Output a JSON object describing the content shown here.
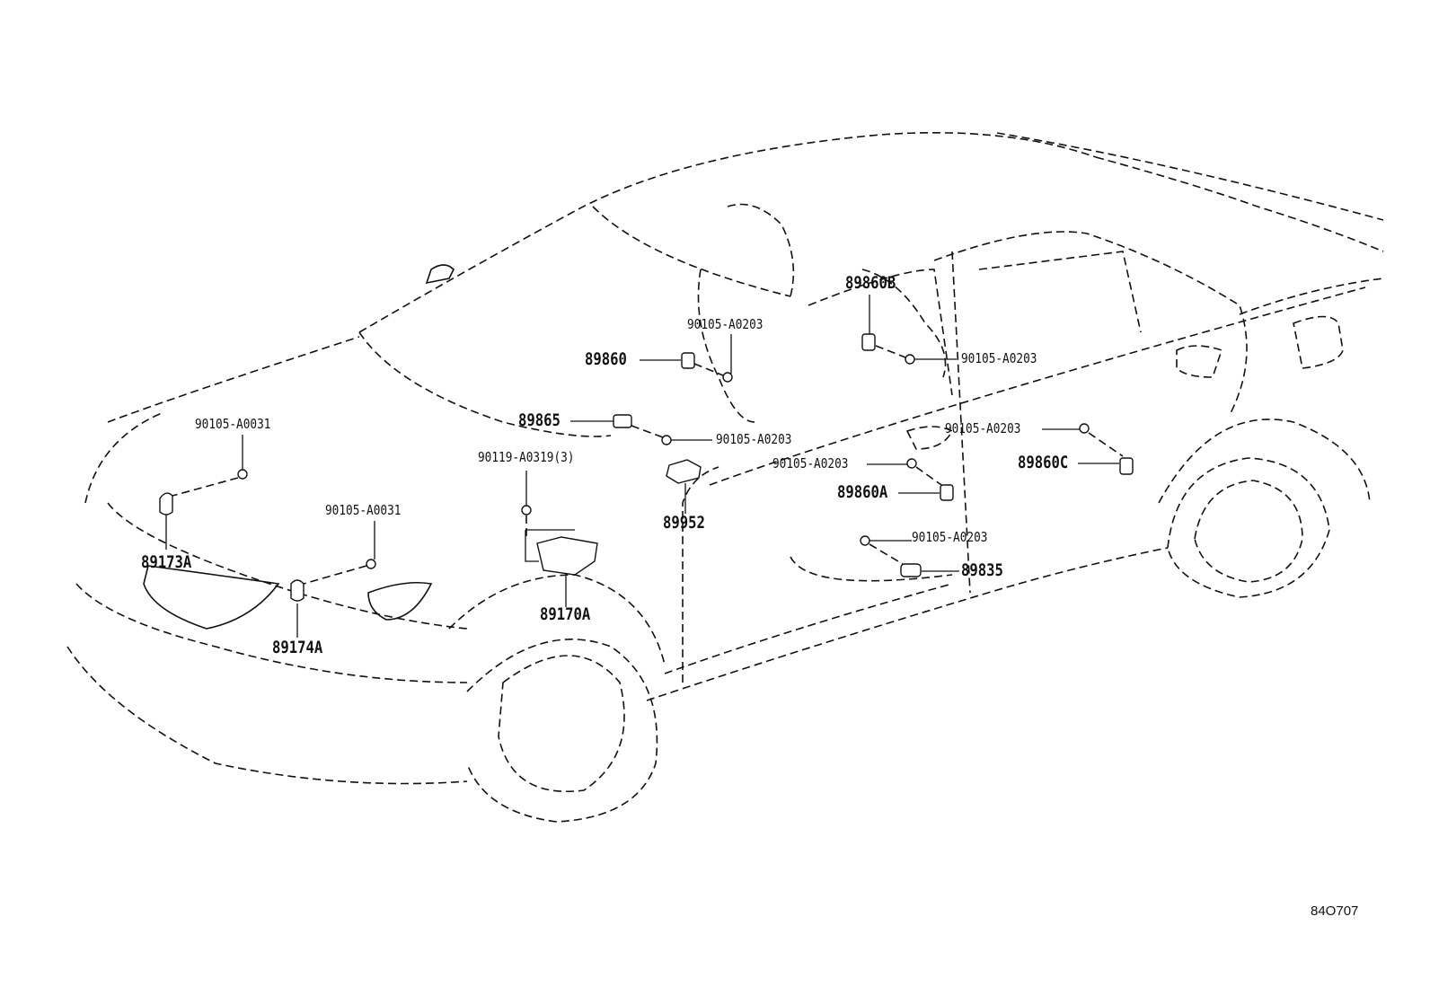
{
  "diagram": {
    "reference_code": "84O707",
    "callouts": {
      "p89860B": "89860B",
      "s_top_a0203": "90105-A0203",
      "p89860": "89860",
      "s_right_a0203_1": "90105-A0203",
      "p89865": "89865",
      "s_mid_a0203": "90105-A0203",
      "s_left_a0031_1": "90105-A0031",
      "s_a0319": "90119-A0319(3)",
      "s_right_a0203_2": "90105-A0203",
      "p89860C": "89860C",
      "s_center_a0203": "90105-A0203",
      "p89860A": "89860A",
      "p89173A": "89173A",
      "s_left_a0031_2": "90105-A0031",
      "p89952": "89952",
      "s_low_a0203": "90105-A0203",
      "p89835": "89835",
      "p89170A": "89170A",
      "p89174A": "89174A"
    }
  }
}
